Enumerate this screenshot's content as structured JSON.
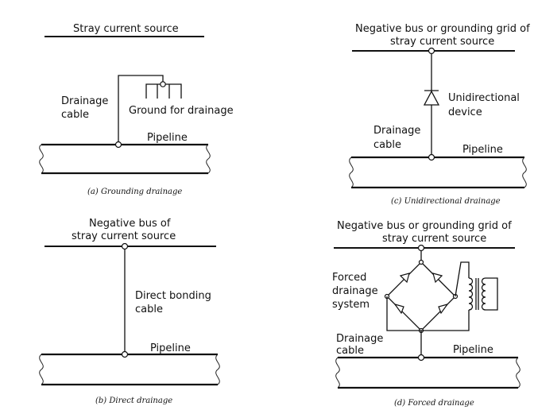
{
  "panel_a": {
    "source_label": "Stray current source",
    "cable_label_1": "Drainage",
    "cable_label_2": "cable",
    "ground_label": "Ground for drainage",
    "pipeline_label": "Pipeline",
    "caption": "(a) Grounding drainage"
  },
  "panel_b": {
    "source_label_1": "Negative bus of",
    "source_label_2": "stray current source",
    "cable_label_1": "Direct bonding",
    "cable_label_2": "cable",
    "pipeline_label": "Pipeline",
    "caption": "(b) Direct drainage"
  },
  "panel_c": {
    "source_label_1": "Negative bus or grounding grid of",
    "source_label_2": "stray current source",
    "device_label_1": "Unidirectional",
    "device_label_2": "device",
    "cable_label_1": "Drainage",
    "cable_label_2": "cable",
    "pipeline_label": "Pipeline",
    "caption": "(c) Unidirectional drainage"
  },
  "panel_d": {
    "source_label_1": "Negative bus or grounding grid of",
    "source_label_2": "stray current source",
    "system_label_1": "Forced",
    "system_label_2": "drainage",
    "system_label_3": "system",
    "cable_label_1": "Drainage",
    "cable_label_2": "cable",
    "pipeline_label": "Pipeline",
    "caption": "(d) Forced drainage"
  }
}
